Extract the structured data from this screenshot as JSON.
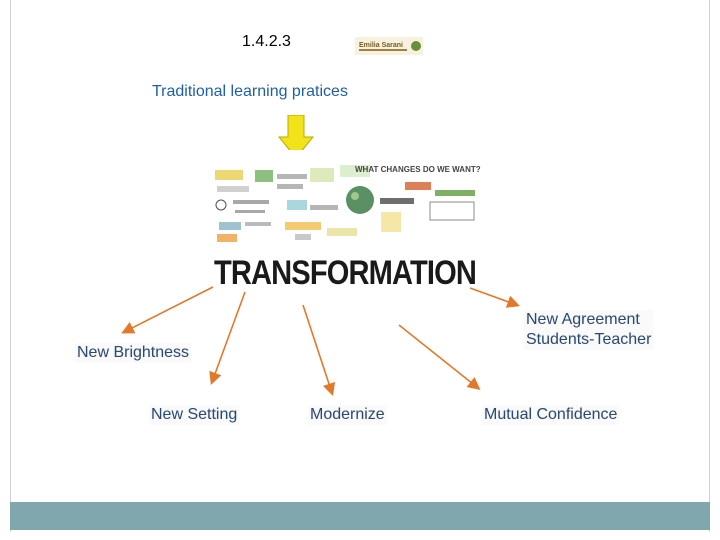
{
  "slide_number": "1.4.2.3",
  "title": "Traditional learning pratices",
  "illustration_heading": "TRANSFORMATION",
  "illustration_question": "WHAT CHANGES DO WE WANT?",
  "logo_text": "Emilia Sarani",
  "outcomes": {
    "brightness": "New Brightness",
    "setting": "New Setting",
    "modernize": "Modernize",
    "confidence": "Mutual Confidence",
    "agreement_line1": "New Agreement",
    "agreement_line2": "Students-Teacher"
  },
  "colors": {
    "title": "#1f5fa8",
    "arrow": "#e07a2a",
    "down_arrow": "#f2e21a",
    "footer": "#7fa7ad"
  }
}
